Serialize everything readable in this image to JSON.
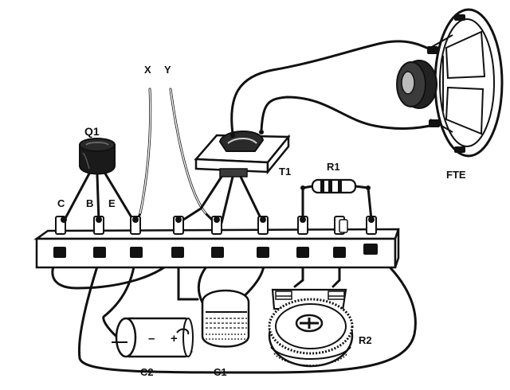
{
  "labels": {
    "x": "X",
    "y": "Y",
    "q1": "Q1",
    "c": "C",
    "b": "B",
    "e": "E",
    "t1": "T1",
    "r1": "R1",
    "fte": "FTE",
    "c2": "C2",
    "c1": "C1",
    "r2": "R2",
    "c2_minus": "–",
    "c2_plus": "+"
  }
}
